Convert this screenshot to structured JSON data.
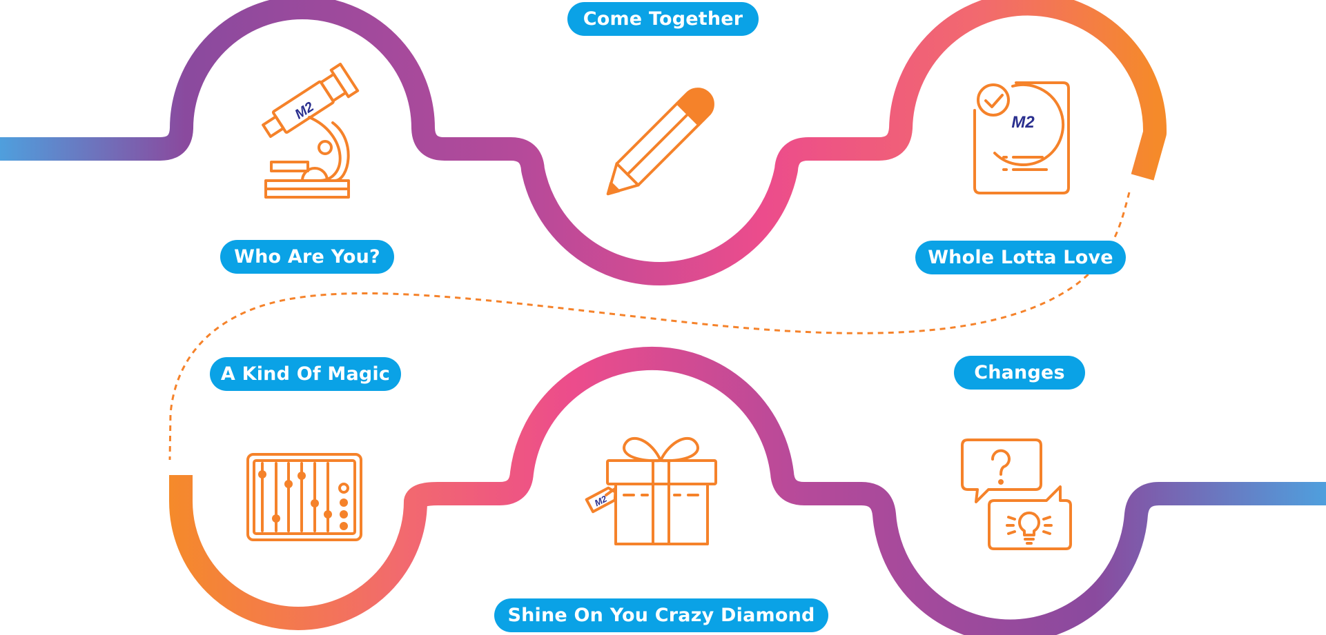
{
  "colors": {
    "accent_orange": "#f5822a",
    "pill_blue": "#0aa2e6",
    "gradient_blue": "#4f9fdd",
    "gradient_purple": "#8a4a9e",
    "gradient_pink": "#ec4c8c",
    "pill_text": "#ffffff"
  },
  "stages": [
    {
      "label": "Come Together",
      "icon": "pencil-icon"
    },
    {
      "label": "Who Are You?",
      "icon": "microscope-icon"
    },
    {
      "label": "Whole Lotta Love",
      "icon": "checklist-document-icon"
    },
    {
      "label": "A Kind Of Magic",
      "icon": "mixer-sliders-icon"
    },
    {
      "label": "Changes",
      "icon": "question-idea-chat-icon"
    },
    {
      "label": "Shine On You Crazy Diamond",
      "icon": "gift-box-icon"
    }
  ],
  "logo": {
    "text": "M2"
  }
}
